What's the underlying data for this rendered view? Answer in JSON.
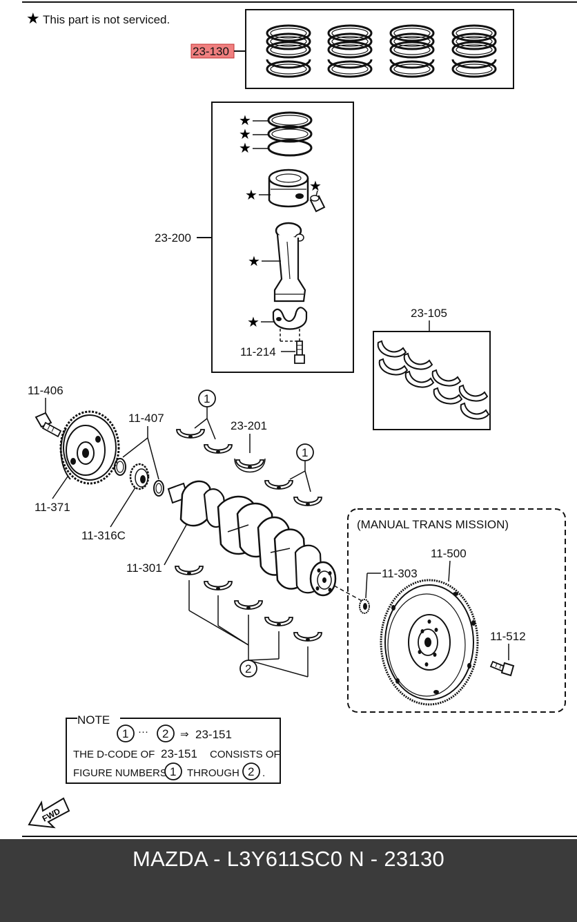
{
  "legend": {
    "star_text": "This part is not serviced."
  },
  "labels": {
    "p23130": "23-130",
    "p23200": "23-200",
    "p11214": "11-214",
    "p23105": "23-105",
    "p11406": "11-406",
    "p11407": "11-407",
    "p23201": "23-201",
    "p11371": "11-371",
    "p11316c": "11-316C",
    "p11301": "11-301",
    "p11303": "11-303",
    "p11500": "11-500",
    "p11512": "11-512"
  },
  "callouts": {
    "one": "1",
    "two": "2"
  },
  "manual_box": {
    "title": "(MANUAL TRANS MISSION)"
  },
  "note": {
    "heading": "NOTE",
    "range_sep": "···",
    "arrow": "⇒",
    "code": "23-151",
    "line2_a": "THE D-CODE OF",
    "line2_b": "23-151",
    "line2_c": "CONSISTS OF",
    "line3_a": "FIGURE NUMBERS",
    "line3_b": "THROUGH",
    "line3_end": "."
  },
  "fwd": "FWD",
  "footer": {
    "title": "MAZDA - L3Y611SC0   N - 23130"
  },
  "colors": {
    "highlight": "#f08080",
    "footer_bg": "#3b3b3b"
  }
}
